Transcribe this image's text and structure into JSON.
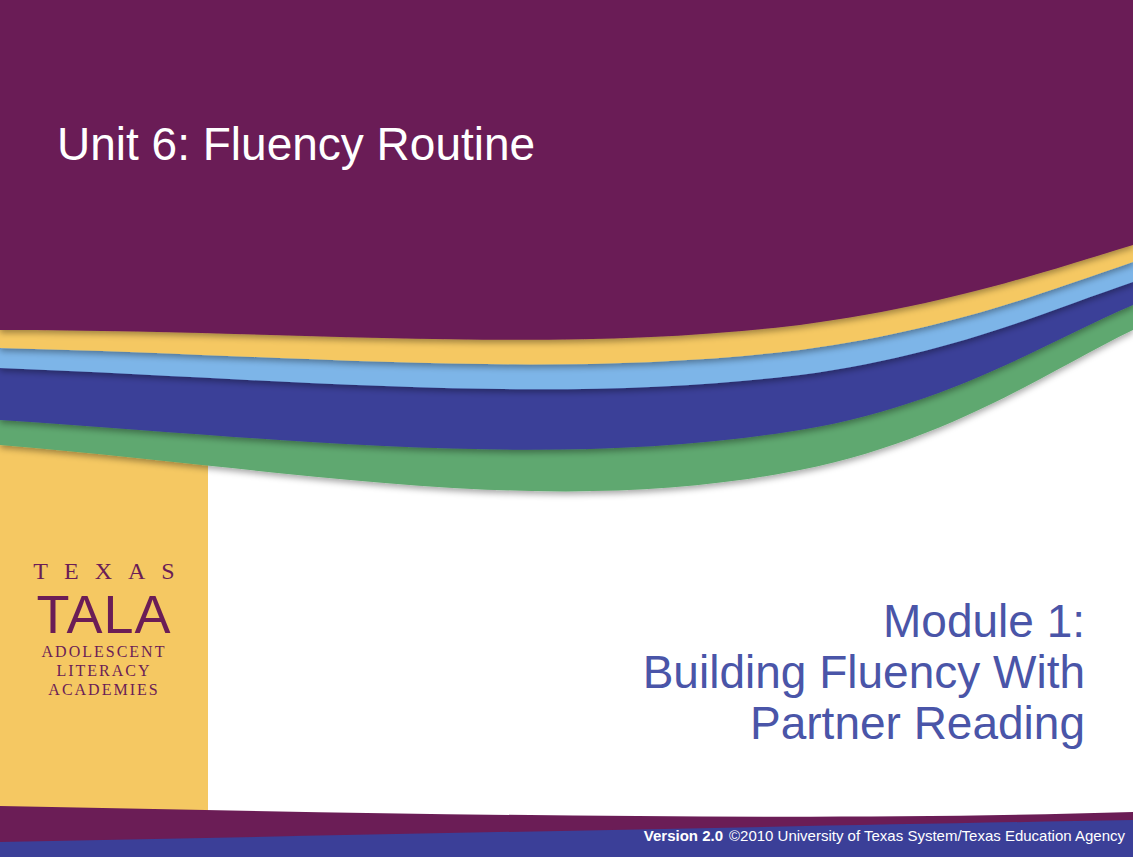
{
  "diagram": {
    "title": "Unit 6: Fluency Routine",
    "nodes": [
      {
        "text": [
          "TEXAS",
          "TALA",
          "ADOLESCENT LITERACY ACADEMIES"
        ]
      },
      {
        "text": [
          "Version 2.0",
          "©2010 University of Texas System/Texas Education Agency"
        ]
      }
    ],
    "labels": [
      "Module 1: Building Fluency With Partner Reading"
    ]
  }
}
